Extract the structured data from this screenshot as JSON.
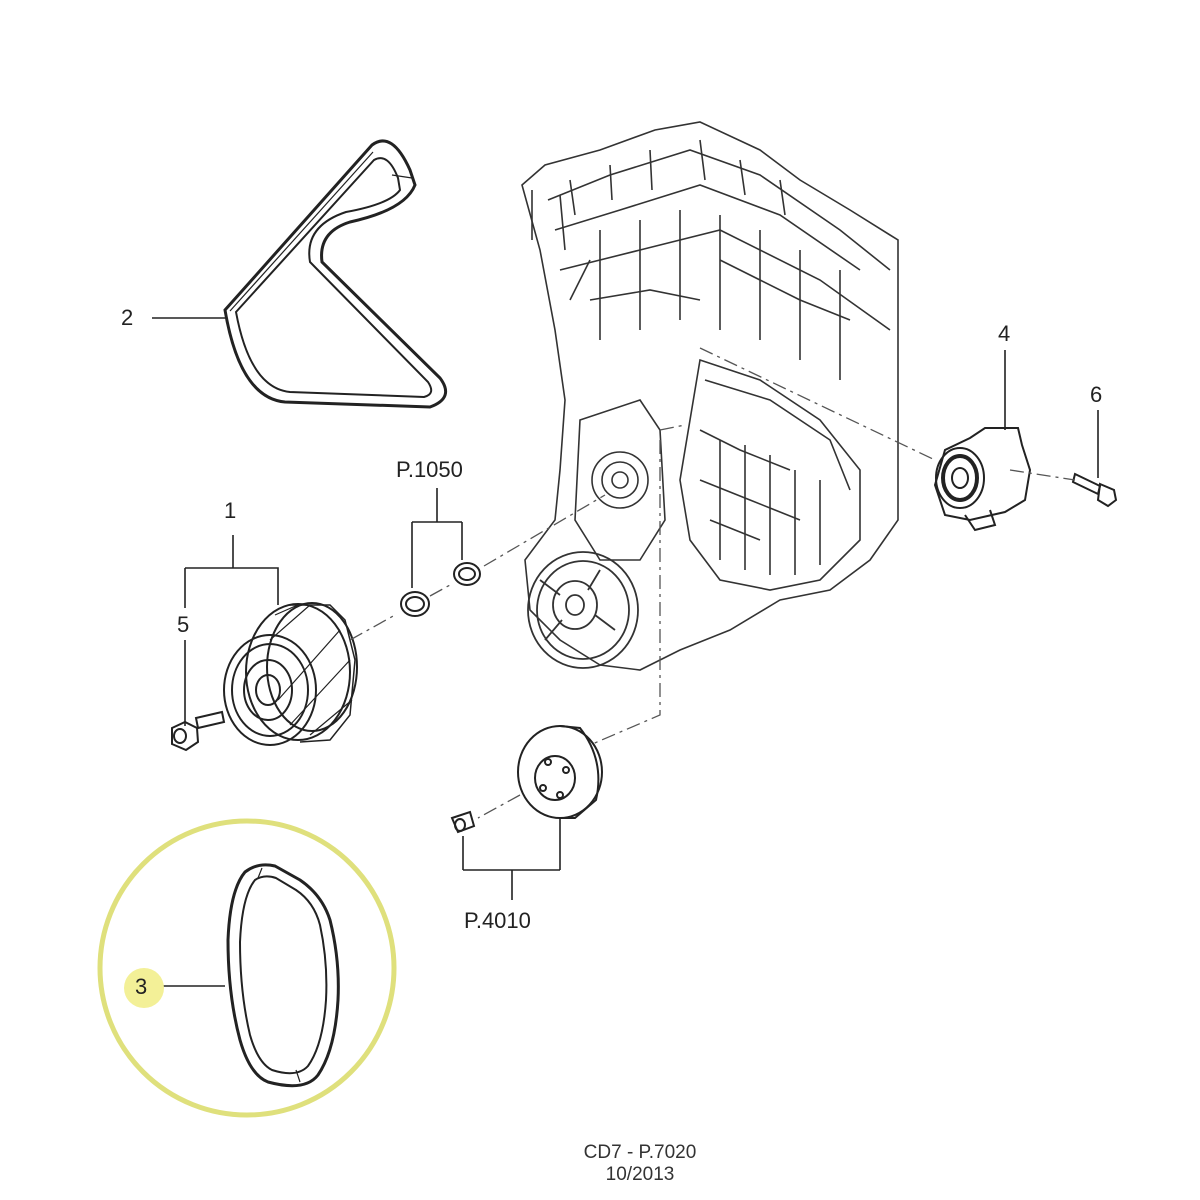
{
  "callouts": {
    "part_1": "1",
    "part_2": "2",
    "part_3": "3",
    "part_4": "4",
    "part_5": "5",
    "part_6": "6",
    "ref_1050": "P.1050",
    "ref_4010": "P.4010"
  },
  "highlight": {
    "part": "3",
    "ring_color": "#dfe07c",
    "dot_color": "#f3f097"
  },
  "footer": {
    "code": "CD7 - P.7020",
    "date": "10/2013"
  }
}
